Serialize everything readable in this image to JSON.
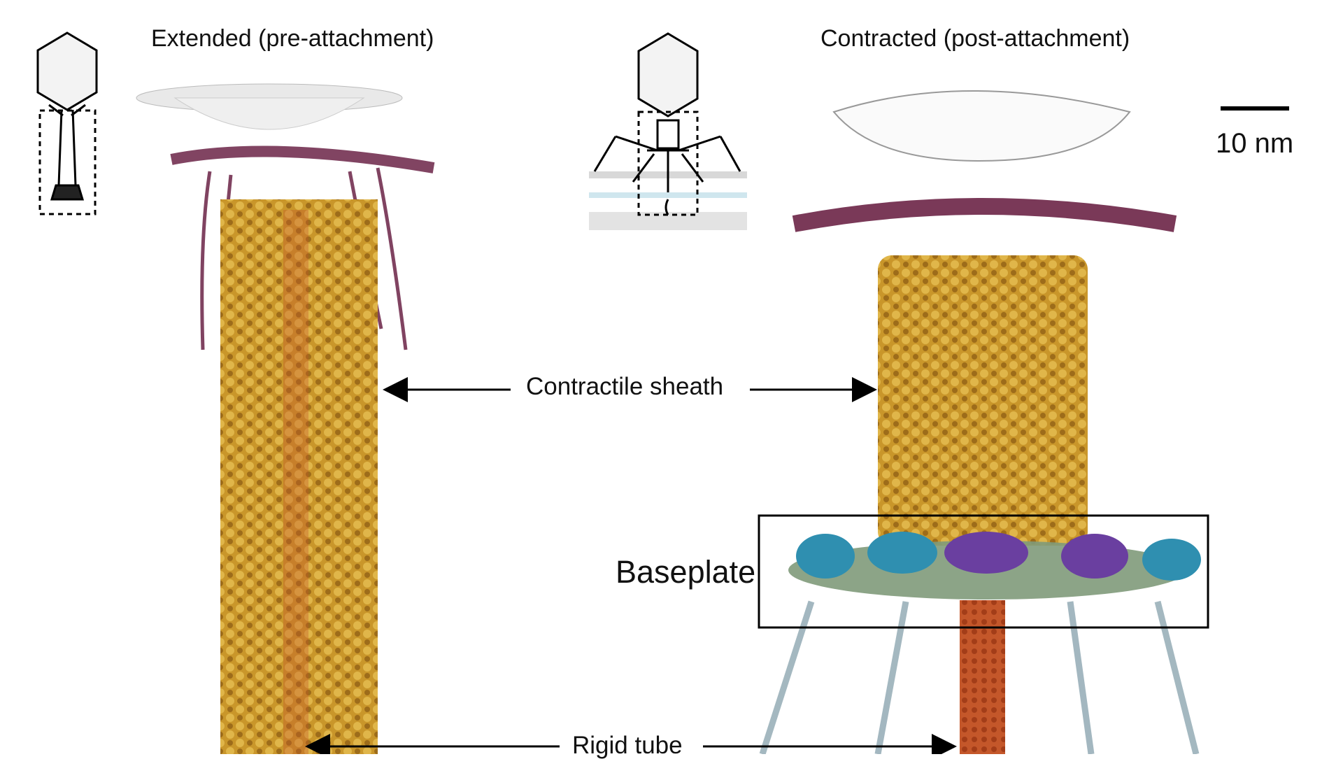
{
  "titles": {
    "left": "Extended (pre-attachment)",
    "right": "Contracted (post-attachment)"
  },
  "scale_bar": {
    "label": "10 nm"
  },
  "callouts": {
    "sheath": "Contractile sheath",
    "baseplate": "Baseplate",
    "tube": "Rigid tube"
  },
  "colors": {
    "sheath": "#c9962a",
    "sheath_dark": "#8a5a12",
    "tube": "#c4572a",
    "fibers": "#6b2346",
    "baseplate_teal": "#2f8fb0",
    "baseplate_purple": "#6a3fa0",
    "baseplate_green": "#7f9a7a",
    "tail_fibers": "#9fb4bd",
    "collar": "#e9e9e9"
  }
}
